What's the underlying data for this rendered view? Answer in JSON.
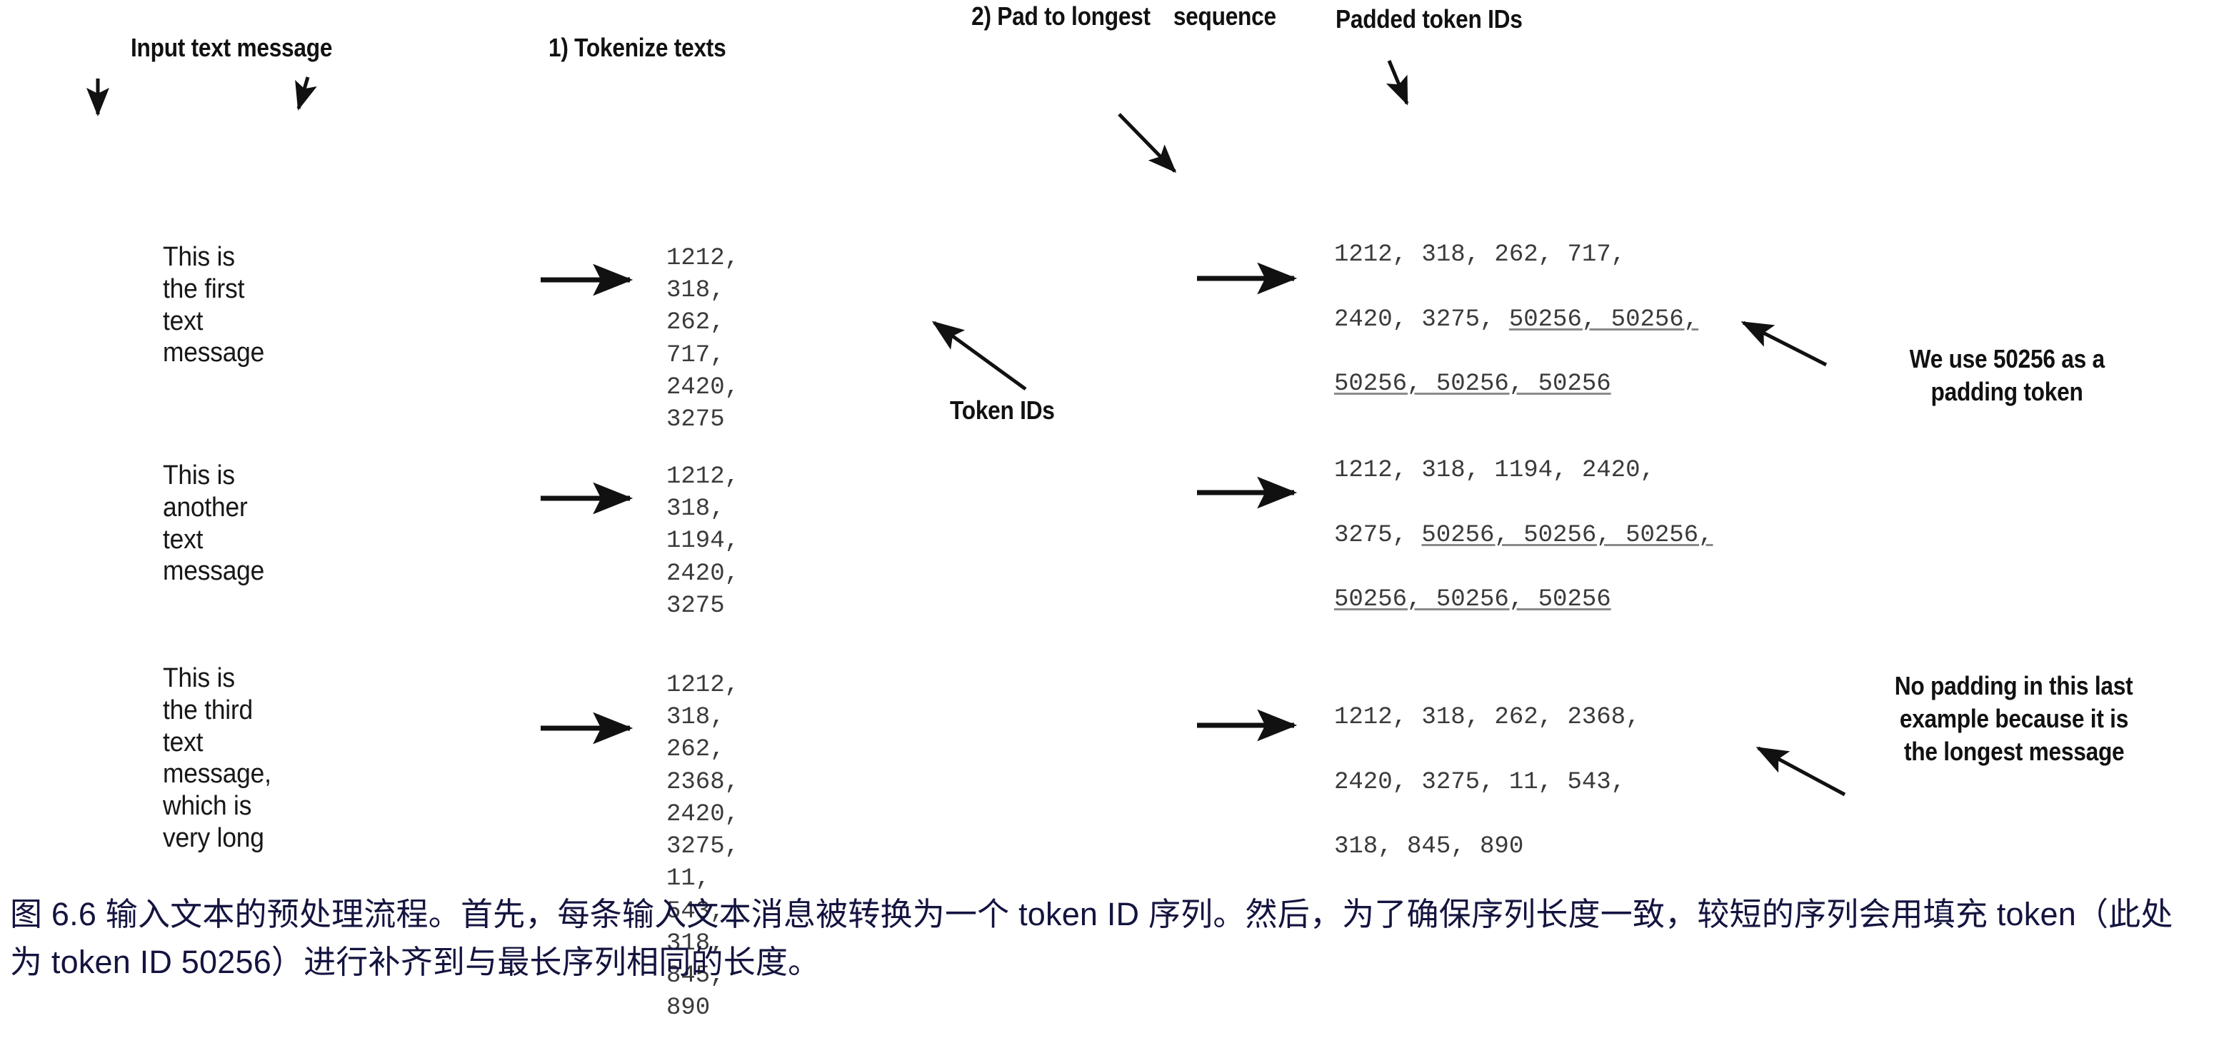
{
  "diagram": {
    "headings": [
      {
        "id": "input-text-message",
        "text": "Input text message"
      },
      {
        "id": "tokenize-texts",
        "text": "1) Tokenize texts"
      },
      {
        "id": "pad-to-longest-sequence",
        "line1": "2) Pad to longest",
        "line2": "sequence"
      },
      {
        "id": "padded-token-ids",
        "text": "Padded token IDs"
      },
      {
        "id": "token-ids",
        "text": "Token IDs"
      }
    ],
    "rows": [
      {
        "id": "row-1",
        "message": "This is the first text\nmessage",
        "token_ids": "1212, 318, 262, 717,\n2420, 3275",
        "padded_prefix_line1": "1212, 318, 262, 717,",
        "padded_prefix_line2": "2420, 3275, ",
        "padded_tokens_line2": "50256, 50256,",
        "padded_tokens_line3": "50256, 50256, 50256"
      },
      {
        "id": "row-2",
        "message": "This is another text\nmessage",
        "token_ids": "1212, 318, 1194,\n2420, 3275",
        "padded_prefix_line1": "1212, 318, 1194, 2420,",
        "padded_prefix_line2": "3275, ",
        "padded_tokens_line2": "50256, 50256, 50256,",
        "padded_tokens_line3": "50256, 50256, 50256"
      },
      {
        "id": "row-3",
        "message": "This is the third text\nmessage, which is\nvery long",
        "token_ids": "1212, 318, 262, 2368,\n2420, 3275, 11, 543, 318,\n845, 890",
        "padded_prefix_line1": "1212, 318, 262, 2368,",
        "padded_prefix_line2": "2420, 3275, 11, 543,",
        "padded_tokens_line2": "",
        "padded_tokens_line3": "318, 845, 890"
      }
    ],
    "annotations": [
      {
        "id": "padding-token-note",
        "line1": "We use 50256 as a",
        "line2": "padding token"
      },
      {
        "id": "no-padding-note",
        "line1": "No padding in this last",
        "line2": "example because it is",
        "line3": "the longest message"
      }
    ],
    "padding_token_value": "50256",
    "colors": {
      "ink": "#111111",
      "token_ink": "#3a3a3a",
      "caption": "#141440",
      "background": "#ffffff",
      "underline": "#8a8a8a"
    }
  },
  "caption": {
    "text": "图 6.6 输入文本的预处理流程。首先，每条输入文本消息被转换为一个 token ID 序列。然后，为了确保序列长度一致，较短的序列会用填充 token（此处为 token ID 50256）进行补齐到与最长序列相同的长度。"
  }
}
